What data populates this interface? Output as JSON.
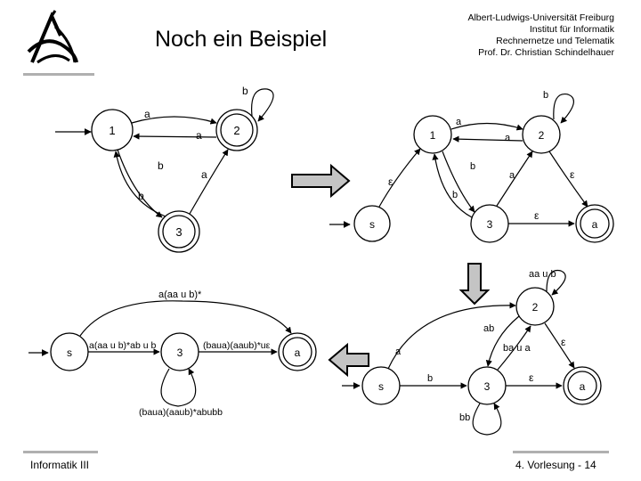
{
  "slide": {
    "title": "Noch ein Beispiel",
    "institution": [
      "Albert-Ludwigs-Universität Freiburg",
      "Institut für Informatik",
      "Rechnernetze und Telematik",
      "Prof. Dr. Christian Schindelhauer"
    ],
    "footer_left": "Informatik III",
    "footer_right": "4. Vorlesung - 14"
  },
  "diagram1": {
    "states": [
      "1",
      "2",
      "3"
    ],
    "edge_labels": {
      "e12": "a",
      "e21": "a",
      "e13": "b",
      "e31": "b",
      "e32": "a",
      "loop2": "b"
    }
  },
  "diagram2": {
    "states": [
      "1",
      "2",
      "s",
      "3",
      "a"
    ],
    "edge_labels": {
      "e12": "a",
      "e21": "a",
      "loop2": "b",
      "e13": "b",
      "e31": "b",
      "e32": "a",
      "es1": "ε",
      "e2a": "ε",
      "e3a": "ε"
    }
  },
  "diagram3": {
    "states": [
      "2",
      "s",
      "3",
      "a"
    ],
    "edge_labels": {
      "loop2": "aa u b",
      "es2": "a",
      "e23": "ab",
      "e32": "ba u a",
      "e2a": "ε",
      "es3": "b",
      "e3a": "ε",
      "loop3": "bb"
    }
  },
  "diagram4": {
    "states": [
      "s",
      "3",
      "a"
    ],
    "edge_labels": {
      "esa_top": "a(aa u b)*",
      "es3": "a(aa u b)*ab u b",
      "e3a": "(baua)(aaub)*uε",
      "loop3": "(baua)(aaub)*abubb"
    }
  }
}
